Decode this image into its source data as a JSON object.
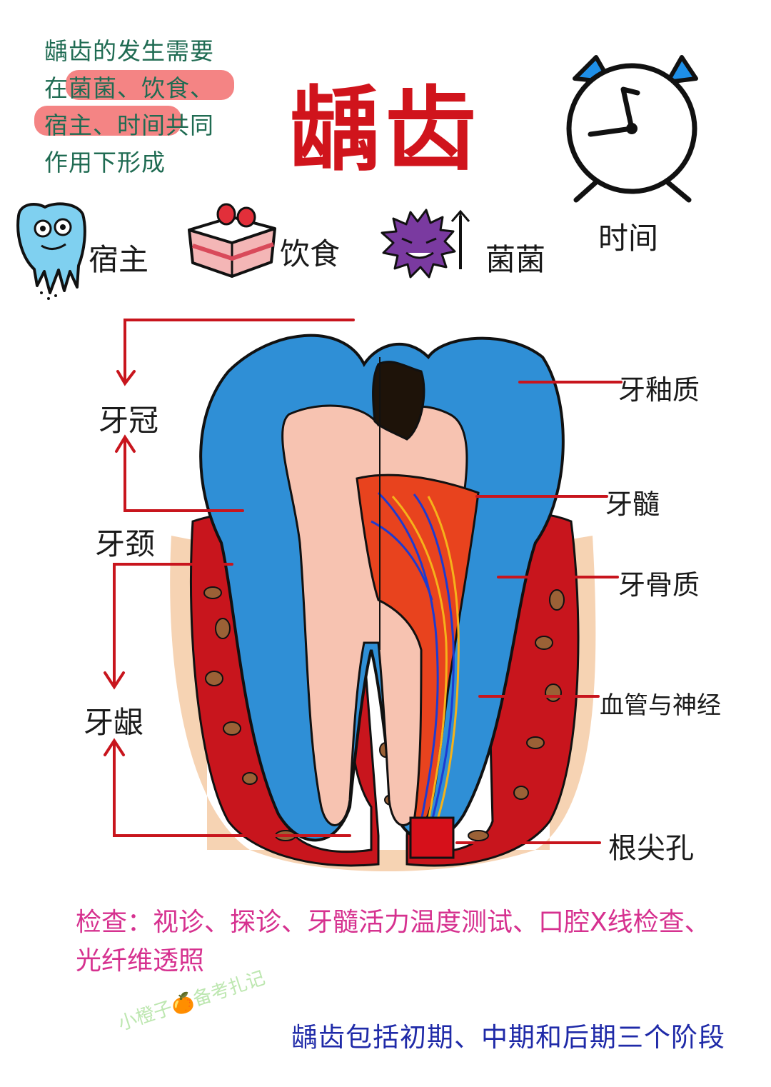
{
  "title": "龋齿",
  "intro": {
    "line1": "龋齿的发生需要",
    "line2": "在菌菌、饮食、",
    "line3": "宿主、时间共同",
    "line4": "作用下形成"
  },
  "factors": {
    "host": "宿主",
    "diet": "饮食",
    "bacteria": "菌菌",
    "time": "时间"
  },
  "left_labels": {
    "crown": "牙冠",
    "neck": "牙颈",
    "root": "牙龈"
  },
  "right_labels": {
    "enamel": "牙釉质",
    "pulp": "牙髓",
    "dentin": "牙骨质",
    "vessels": "血管与神经",
    "apex": "根尖孔"
  },
  "exam": "检查：视诊、探诊、牙髓活力温度测试、口腔X线检查、光纤维透照",
  "stages": "龋齿包括初期、中期和后期三个阶段",
  "watermark": "小橙子🍊备考扎记",
  "colors": {
    "title": "#d0141c",
    "intro": "#1f6b52",
    "enamel": "#2f8fd6",
    "gum": "#c8151d",
    "bone": "#f6d3b3",
    "pulp": "#e8431e",
    "exam": "#d6318f",
    "stages": "#1f2aa8",
    "arrows": "#c8151d"
  }
}
